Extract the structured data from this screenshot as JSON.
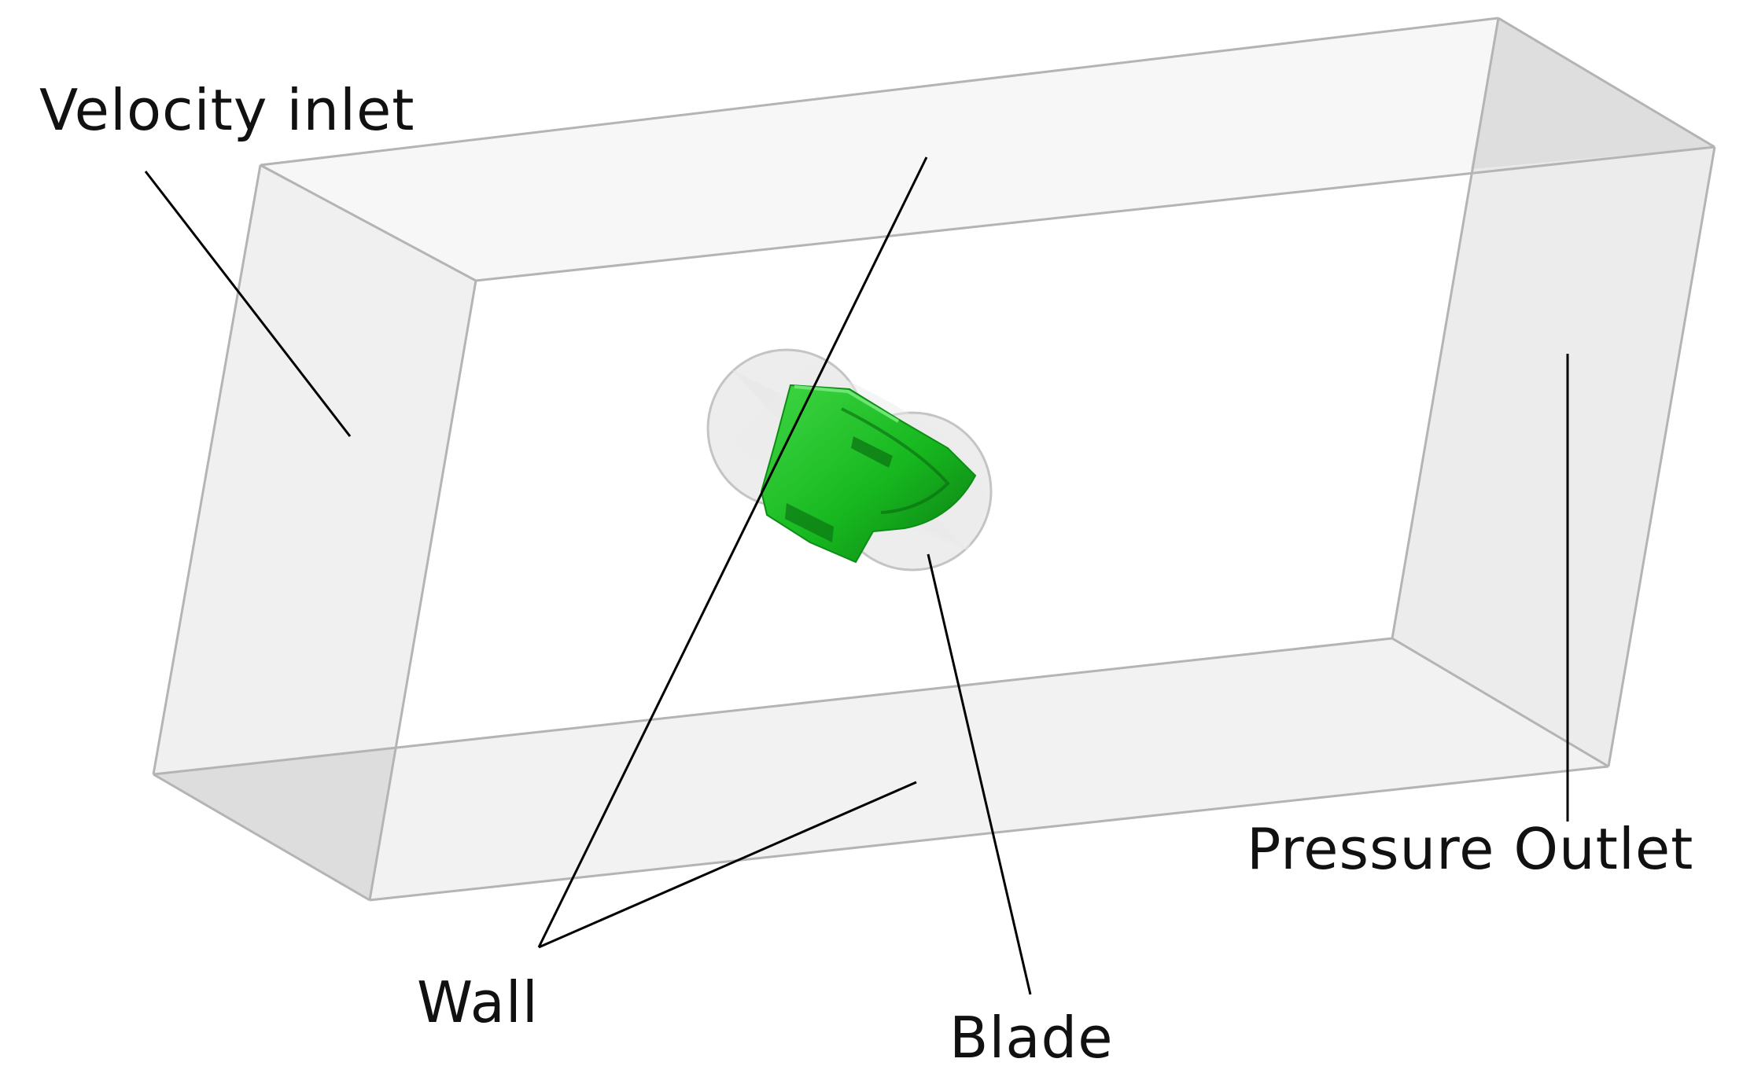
{
  "labels": {
    "velocity_inlet": "Velocity inlet",
    "wall": "Wall",
    "blade": "Blade",
    "pressure_outlet": "Pressure Outlet"
  },
  "colors": {
    "background": "#ffffff",
    "box_edge": "#b4b4b4",
    "face_shade": "#dcdcdc",
    "blade": "#17b81f",
    "blade_dark": "#0b7a12",
    "rotating_zone": "#e6e6e6",
    "leader_line": "#000000"
  }
}
